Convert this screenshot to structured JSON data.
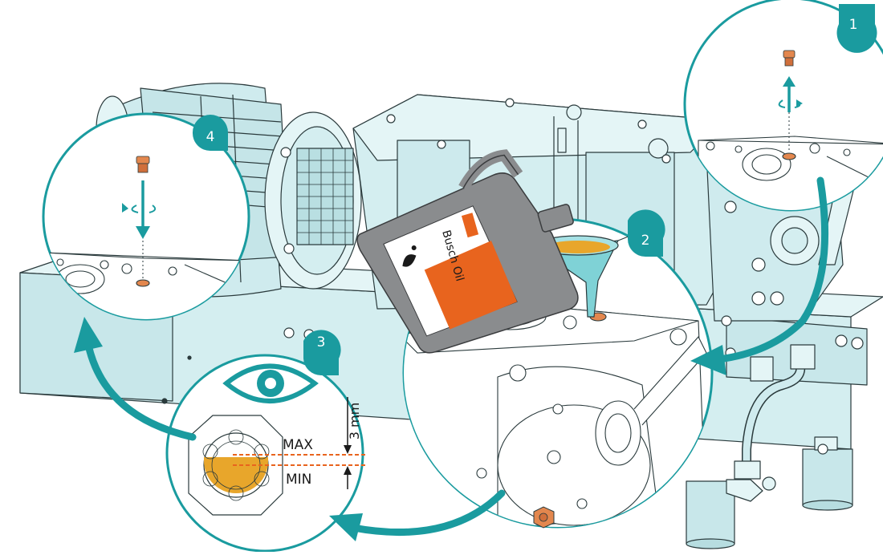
{
  "colors": {
    "teal": "#1a9b9f",
    "machine_fill": "#d4eef0",
    "machine_stroke": "#2a3a3c",
    "oil": "#e8a62b",
    "can_grey": "#8a8c8e",
    "label_orange": "#e8641e",
    "copper": "#e3874e"
  },
  "steps": [
    {
      "number": "1",
      "icon": "rotate-counterclockwise-icon"
    },
    {
      "number": "2",
      "icon": "oil-can-funnel-icon"
    },
    {
      "number": "3",
      "icon": "eye-icon"
    },
    {
      "number": "4",
      "icon": "rotate-clockwise-icon"
    }
  ],
  "oil_can": {
    "label": "Busch Oil",
    "brand": "Busch"
  },
  "sight_glass": {
    "max_label": "MAX",
    "min_label": "MIN",
    "gap_label": "3 mm"
  }
}
